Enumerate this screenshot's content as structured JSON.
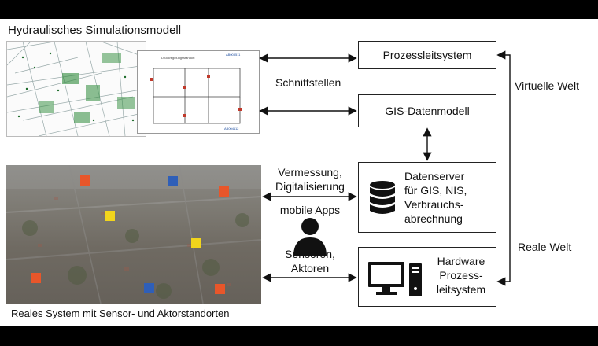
{
  "left": {
    "sim_title": "Hydraulisches Simulationsmodell",
    "real_caption": "Reales System mit Sensor- und Aktorstandorten"
  },
  "schematic": {
    "labels": [
      "Druckregelungsstandort",
      "AB008511",
      "AB004112"
    ]
  },
  "boxes": {
    "process": "Prozessleitsystem",
    "gis": "GIS-Datenmodell",
    "dataserver": [
      "Datenserver",
      "für GIS, NIS,",
      "Verbrauchs-",
      "abrechnung"
    ],
    "hardware": [
      "Hardware",
      "Prozess-",
      "leitsystem"
    ]
  },
  "labels": {
    "interfaces": "Schnittstellen",
    "survey": [
      "Vermessung,",
      "Digitalisierung"
    ],
    "mobile": "mobile Apps",
    "sensors": [
      "Sensoren,",
      "Aktoren"
    ],
    "virtual": "Virtuelle Welt",
    "real": "Reale Welt"
  },
  "icons": [
    "database-icon",
    "person-icon",
    "computer-icon"
  ],
  "marker_colors": {
    "orange": "#e8562a",
    "blue": "#2f5fb8",
    "yellow": "#f2d51c"
  }
}
